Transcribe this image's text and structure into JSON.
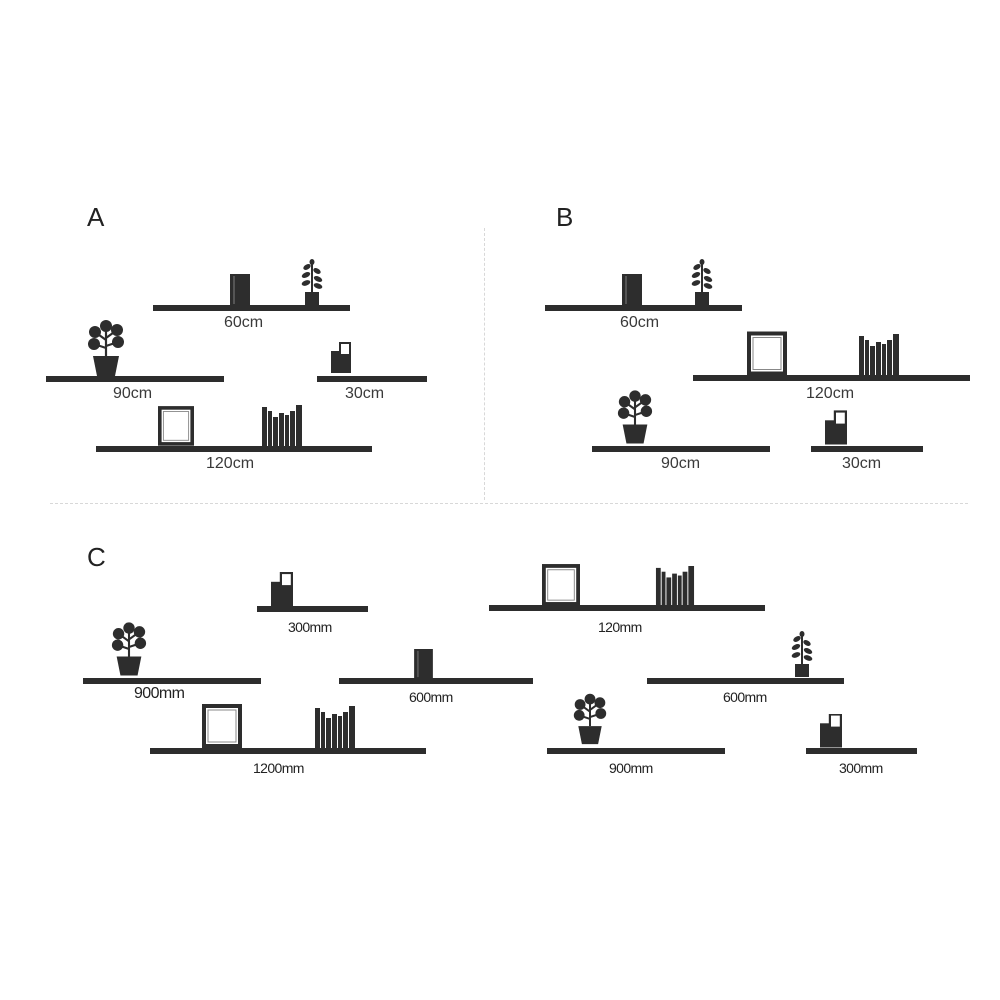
{
  "sections": {
    "a": {
      "title": "A",
      "labels": [
        "60cm",
        "90cm",
        "30cm",
        "120cm"
      ]
    },
    "b": {
      "title": "B",
      "labels": [
        "60cm",
        "120cm",
        "90cm",
        "30cm"
      ]
    },
    "c": {
      "title": "C",
      "labels": [
        "300mm",
        "120mm",
        "900mm",
        "600mm",
        "600mm",
        "1200mm",
        "900mm",
        "300mm"
      ]
    }
  },
  "colors": {
    "shelf": "#2d2d2d",
    "label": "#3a3a3a",
    "divider": "#d8d8d8"
  }
}
